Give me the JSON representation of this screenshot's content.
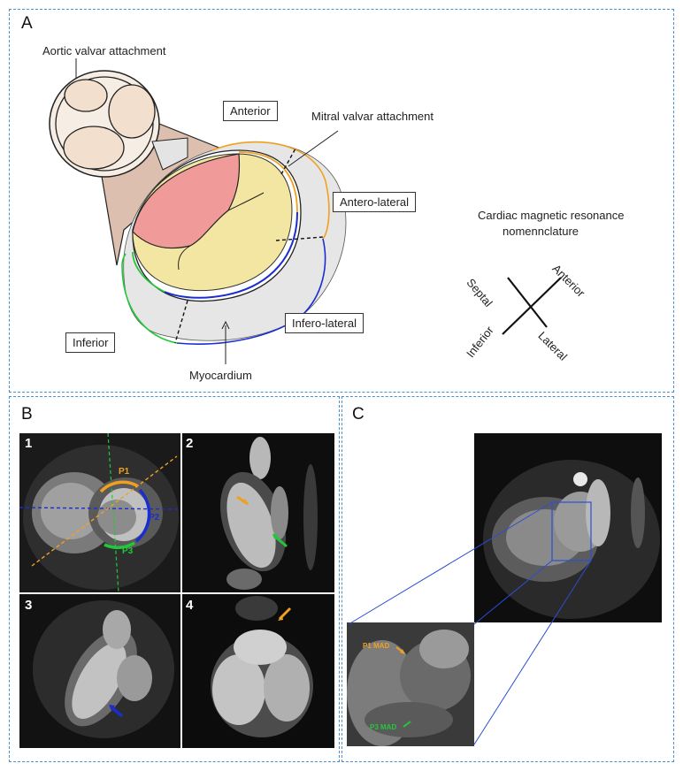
{
  "panels": {
    "a": {
      "label": "A",
      "labels": {
        "aortic": "Aortic valvar attachment",
        "mitral": "Mitral valvar attachment",
        "anterior": "Anterior",
        "antero_lateral": "Antero-lateral",
        "infero_lateral": "Infero-lateral",
        "inferior": "Inferior",
        "myocardium": "Myocardium"
      },
      "nomenclature": {
        "title_line1": "Cardiac magnetic resonance",
        "title_line2": "nomennclature",
        "anterior": "Anterior",
        "septal": "Septal",
        "lateral": "Lateral",
        "inferior": "Inferior"
      }
    },
    "b": {
      "label": "B",
      "image_numbers": [
        "1",
        "2",
        "3",
        "4"
      ],
      "segments": [
        "P1",
        "P2",
        "P3"
      ]
    },
    "c": {
      "label": "C",
      "annotations": {
        "p1": "P1 MAD",
        "p3": "P3 MAD"
      }
    }
  },
  "colors": {
    "border": "#4a8fd0",
    "orange": "#f0a020",
    "blue": "#1a2ed0",
    "green": "#22c83a",
    "leaflet_red": "#f09a9a",
    "yellow": "#f2e6a2",
    "tan": "#dcbfae",
    "myocardium_gray": "#e6e6e6"
  }
}
